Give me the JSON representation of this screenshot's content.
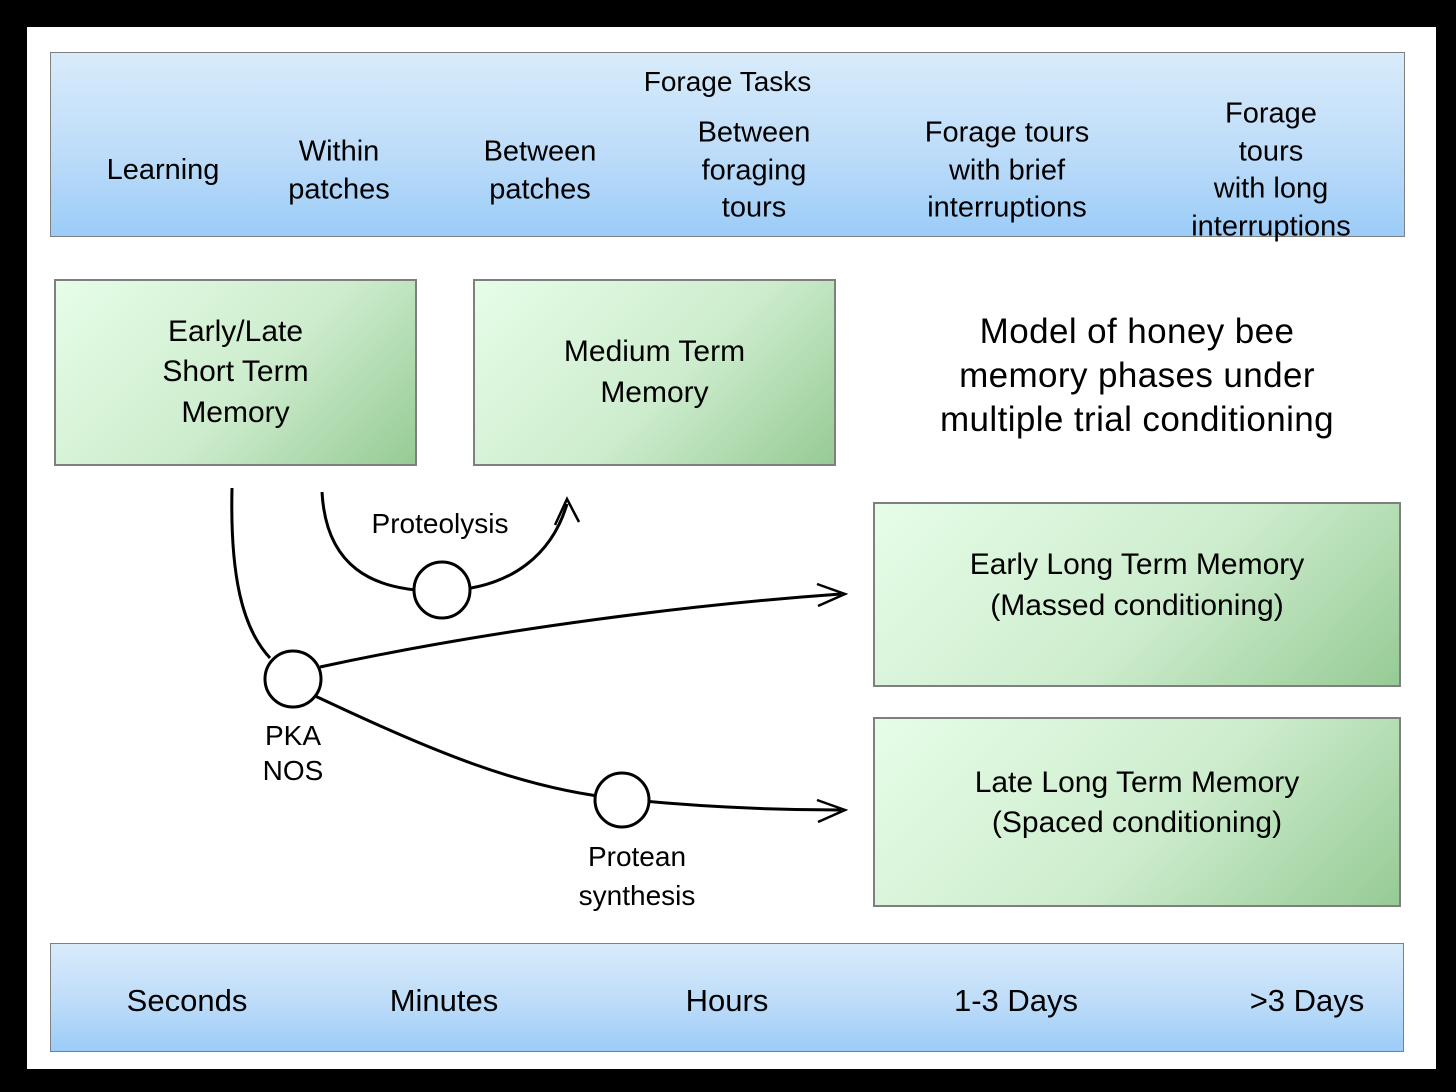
{
  "diagram_title": "Model of honey bee\nmemory phases under\nmultiple trial conditioning",
  "forage_tasks": {
    "title": "Forage Tasks",
    "columns": [
      "Learning",
      "Within\npatches",
      "Between\npatches",
      "Between\nforaging\ntours",
      "Forage tours\nwith brief\ninterruptions",
      "Forage tours\nwith long\ninterruptions"
    ]
  },
  "memory_boxes": {
    "early_late_stm": "Early/Late\nShort Term\nMemory",
    "medium_term": "Medium Term\nMemory",
    "early_ltm": "Early Long Term Memory\n(Massed conditioning)",
    "late_ltm": "Late Long Term Memory\n(Spaced conditioning)"
  },
  "process_labels": {
    "proteolysis": "Proteolysis",
    "pka_nos": "PKA\nNOS",
    "protein_synthesis": "Protean\nsynthesis"
  },
  "timeline": [
    "Seconds",
    "Minutes",
    "Hours",
    "1-3 Days",
    ">3 Days"
  ],
  "colors": {
    "banner_gradient_top": "#d8ebfa",
    "banner_gradient_bottom": "#9bccf8",
    "box_gradient_light": "#e6fde8",
    "box_gradient_dark": "#96cb95",
    "box_border": "#7f7f7f",
    "banner_border": "#808080",
    "line_color": "#000000",
    "frame": "#000000",
    "background": "#ffffff"
  }
}
